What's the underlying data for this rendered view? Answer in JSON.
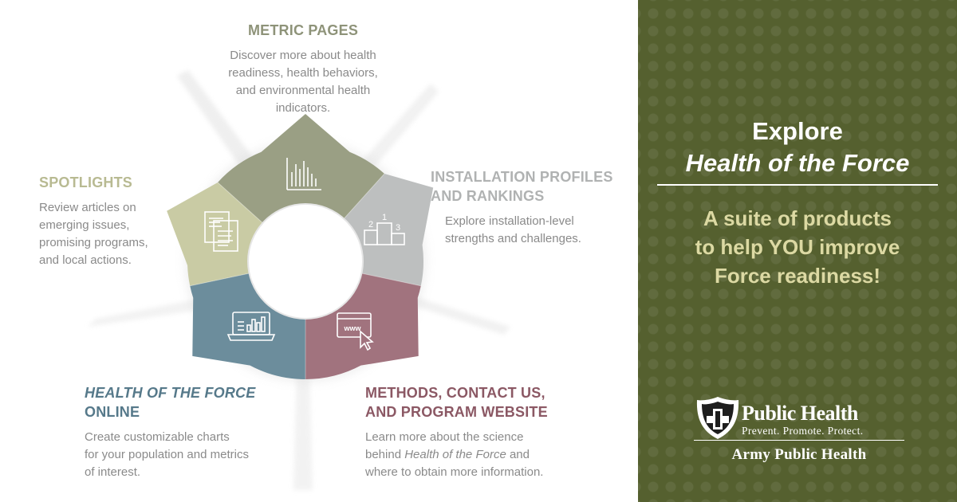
{
  "left": {
    "metric_pages": {
      "title": "METRIC PAGES",
      "lines": [
        "Discover more about health",
        "readiness, health behaviors,",
        "and environmental health",
        "indicators."
      ]
    },
    "spotlights": {
      "title": "SPOTLIGHTS",
      "lines": [
        "Review articles on",
        "emerging issues,",
        "promising programs,",
        "and local actions."
      ]
    },
    "installation": {
      "title_lines": [
        "INSTALLATION PROFILES",
        "AND RANKINGS"
      ],
      "lines": [
        "Explore installation-level",
        "strengths and challenges."
      ]
    },
    "hof_online": {
      "title_line1": "HEALTH OF THE FORCE",
      "title_line2": "ONLINE",
      "lines": [
        "Create customizable charts",
        "for your population and metrics",
        "of interest."
      ]
    },
    "methods": {
      "title_lines": [
        "METHODS, CONTACT US,",
        "AND PROGRAM WEBSITE"
      ],
      "line1": "Learn more about the science",
      "line2_pre": "behind ",
      "line2_em": "Health of the Force",
      "line2_post": " and",
      "line3": "where to obtain more information."
    },
    "wheel": {
      "icons": [
        "bar-chart-icon",
        "podium-icon",
        "browser-www-icon",
        "laptop-chart-icon",
        "documents-icon"
      ],
      "podium_ranks": [
        "2",
        "1",
        "3"
      ],
      "www_text": "www",
      "colors": {
        "metric": "#9a9f84",
        "installation": "#bdbfbf",
        "methods": "#a1737e",
        "hof_online": "#6c8d9c",
        "spotlights": "#c9cba4"
      }
    }
  },
  "right": {
    "headline_line1": "Explore",
    "headline_line2": "Health of the Force",
    "subhead_lines": [
      "A suite of products",
      "to help YOU improve",
      "Force readiness!"
    ],
    "logo_title": "Public Health",
    "logo_tagline": "Prevent. Promote. Protect.",
    "logo_org": "Army Public Health",
    "colors": {
      "background": "#55602f",
      "subhead": "#dcd9a3"
    }
  }
}
